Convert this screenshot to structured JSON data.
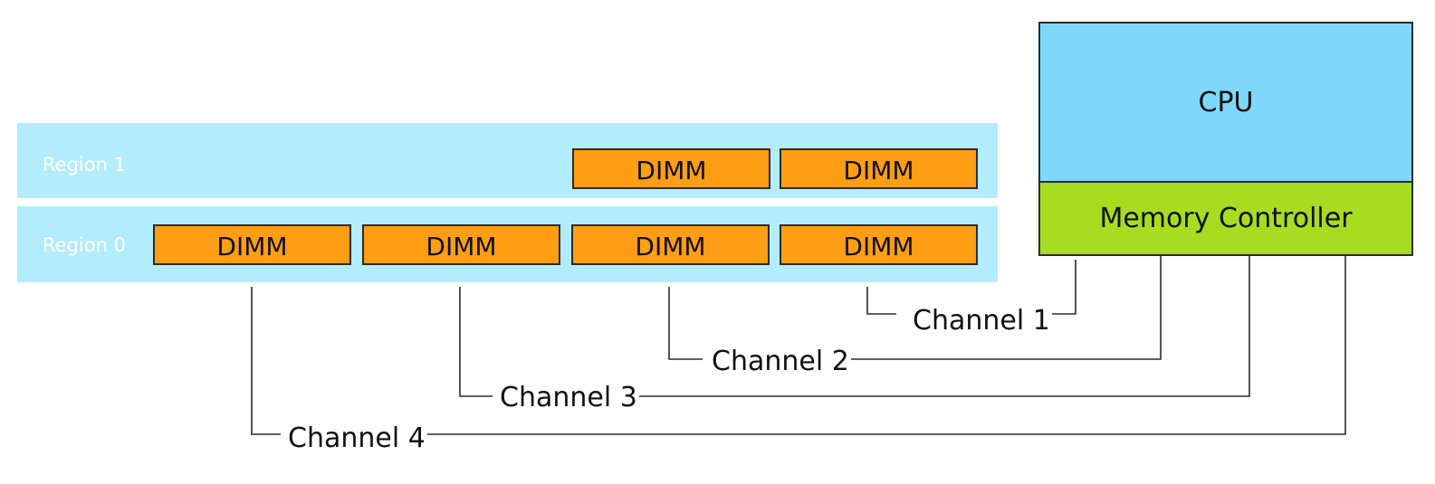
{
  "regions": [
    {
      "label": "Region 1"
    },
    {
      "label": "Region 0"
    }
  ],
  "dimm_label": "DIMM",
  "region1_dimms": [
    "DIMM",
    "DIMM"
  ],
  "region0_dimms": [
    "DIMM",
    "DIMM",
    "DIMM",
    "DIMM"
  ],
  "cpu": {
    "label": "CPU"
  },
  "memory_controller": {
    "label": "Memory Controller"
  },
  "channels": [
    {
      "label": "Channel 1"
    },
    {
      "label": "Channel 2"
    },
    {
      "label": "Channel 3"
    },
    {
      "label": "Channel 4"
    }
  ],
  "colors": {
    "region": "#b3ecfc",
    "dimm": "#fd9e14",
    "cpu": "#7fd8fc",
    "memory_controller": "#a8dc21"
  }
}
